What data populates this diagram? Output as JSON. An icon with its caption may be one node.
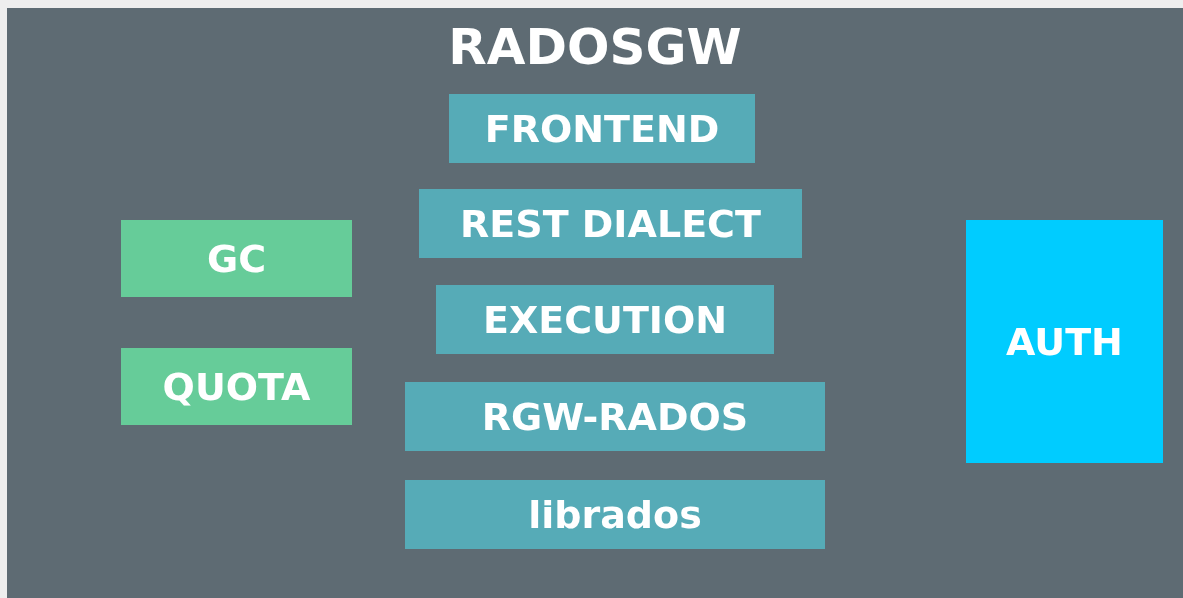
{
  "diagram": {
    "nodes": [
      {
        "text": [
          "RADOSGW"
        ]
      },
      {
        "text": [
          "FRONTEND"
        ],
        "in": 0
      },
      {
        "text": [
          "REST DIALECT"
        ],
        "in": 0
      },
      {
        "text": [
          "GC"
        ],
        "in": 0
      },
      {
        "text": [
          "AUTH"
        ],
        "in": 0
      },
      {
        "text": [
          "EXECUTION"
        ],
        "in": 0
      },
      {
        "text": [
          "QUOTA"
        ],
        "in": 0
      },
      {
        "text": [
          "RGW-RADOS"
        ],
        "in": 0
      },
      {
        "text": [
          "librados"
        ],
        "in": 0
      }
    ]
  }
}
